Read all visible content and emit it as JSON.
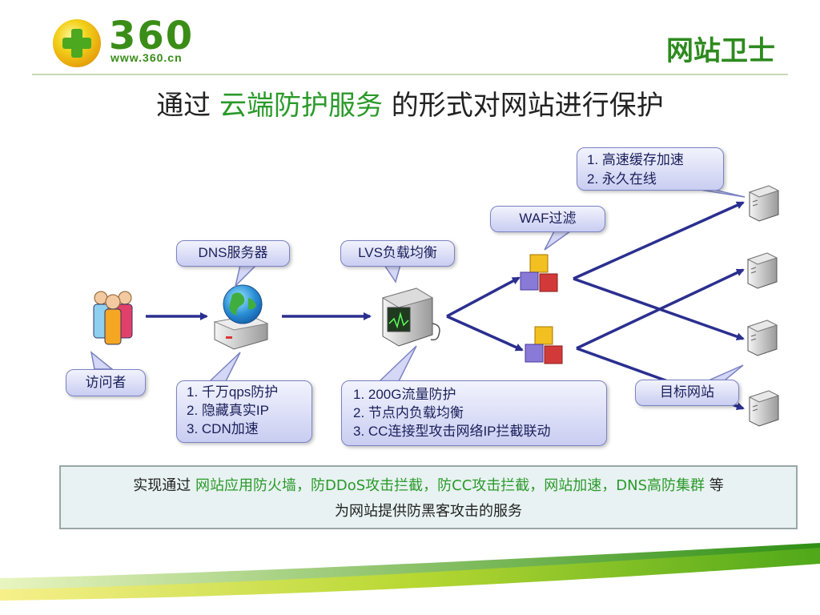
{
  "header": {
    "logo_number": "360",
    "logo_url": "www.360.cn",
    "brand": "网站卫士"
  },
  "title": {
    "prefix": "通过 ",
    "highlight": "云端防护服务",
    "suffix": " 的形式对网站进行保护"
  },
  "callouts": {
    "dns_label": "DNS服务器",
    "lvs_label": "LVS负载均衡",
    "waf_label": "WAF过滤",
    "visitor_label": "访问者",
    "target_label": "目标网站",
    "cache_lines": [
      "1. 高速缓存加速",
      "2. 永久在线"
    ],
    "dns_lines": [
      "1. 千万qps防护",
      "2. 隐藏真实IP",
      "3. CDN加速"
    ],
    "lvs_lines": [
      "1. 200G流量防护",
      "2. 节点内负载均衡",
      "3. CC连接型攻击网络IP拦截联动"
    ]
  },
  "summary": {
    "prefix": "实现通过 ",
    "highlight": "网站应用防火墙，防DDoS攻击拦截，防CC攻击拦截，网站加速，DNS高防集群",
    "suffix": " 等",
    "line2": "为网站提供防黑客攻击的服务"
  },
  "icons": {
    "logo": "360-plus-logo",
    "visitors": "people-group-icon",
    "dns": "globe-server-icon",
    "lvs": "monitor-server-icon",
    "waf": "cubes-icon",
    "targets": "server-tower-icon"
  },
  "colors": {
    "brand_green": "#2d8a1e",
    "highlight_green": "#2a9a2a",
    "arrow_navy": "#2b2f8f",
    "callout_text": "#1a1f5a"
  }
}
